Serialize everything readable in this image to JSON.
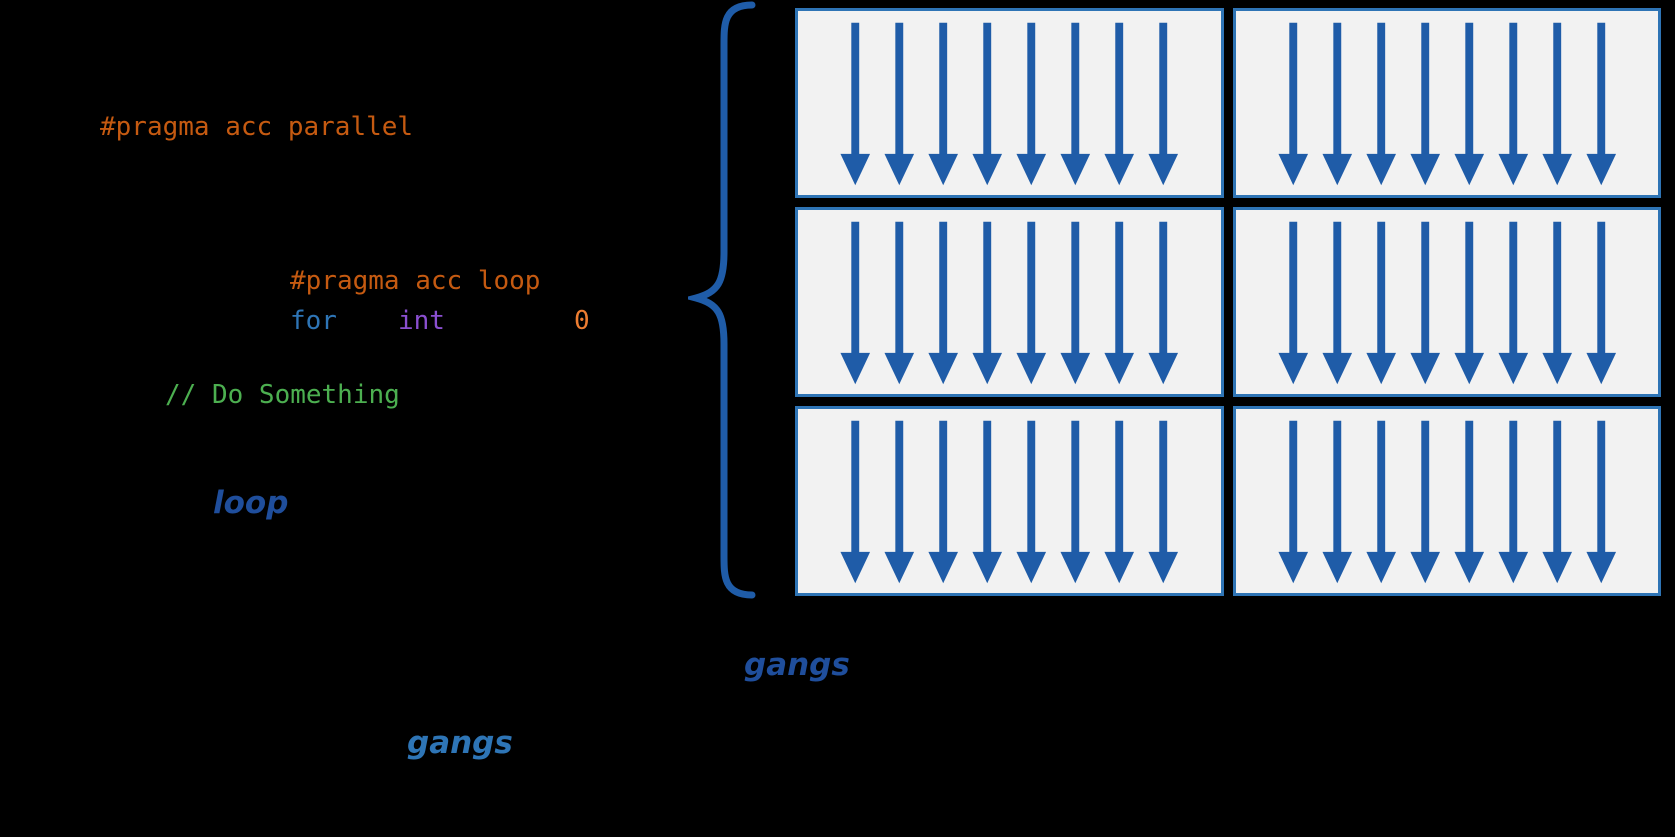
{
  "colors": {
    "background": "#000000",
    "pragma_orange": "#C55A11",
    "keyword_blue": "#2E75B6",
    "type_purple": "#8A4FD0",
    "number_orange": "#ED7D31",
    "comment_green": "#4CAF50",
    "label_dark_blue": "#1F4E9C",
    "label_light_blue": "#2E75B6",
    "box_fill": "#F2F2F2",
    "box_border": "#2E74B5",
    "arrow_blue": "#1F5CA8",
    "brace_blue": "#1F5CA8"
  },
  "code": {
    "pragma_parallel": "#pragma acc parallel",
    "pragma_loop": "#pragma acc loop",
    "for_keyword": "for",
    "int_keyword": "int",
    "zero_literal": "0",
    "comment": "// Do Something"
  },
  "labels": {
    "loop": "loop",
    "gangs_brace": "gangs",
    "gangs_code": "gangs"
  },
  "diagram": {
    "rows": 3,
    "columns": 2,
    "arrows_per_box": 8
  }
}
